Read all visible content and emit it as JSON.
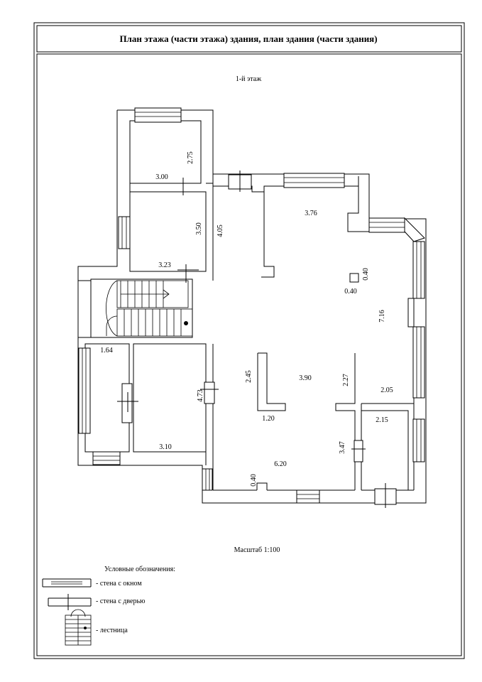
{
  "header": {
    "title": "План этажа (части этажа) здания, план здания (части здания)"
  },
  "plan": {
    "floor_label": "1-й этаж",
    "scale": "Масштаб 1:100",
    "dimensions": {
      "d1": "2.75",
      "d2": "3.00",
      "d3": "3.50",
      "d4": "4.05",
      "d5": "3.23",
      "d6": "3.76",
      "d7": "0.40",
      "d8": "0.40",
      "d9": "7.16",
      "d10": "1.64",
      "d11": "2.45",
      "d12": "3.90",
      "d13": "2.27",
      "d14": "2.05",
      "d15": "4.73",
      "d16": "1.20",
      "d17": "2.15",
      "d18": "3.10",
      "d19": "3.47",
      "d20": "6.20",
      "d21": "0.40"
    }
  },
  "legend": {
    "title": "Условные обозначения:",
    "items": [
      {
        "icon": "window-wall-icon",
        "label": "- стена с окном"
      },
      {
        "icon": "door-wall-icon",
        "label": "- стена с дверью"
      },
      {
        "icon": "staircase-icon",
        "label": "- лестница"
      }
    ]
  }
}
